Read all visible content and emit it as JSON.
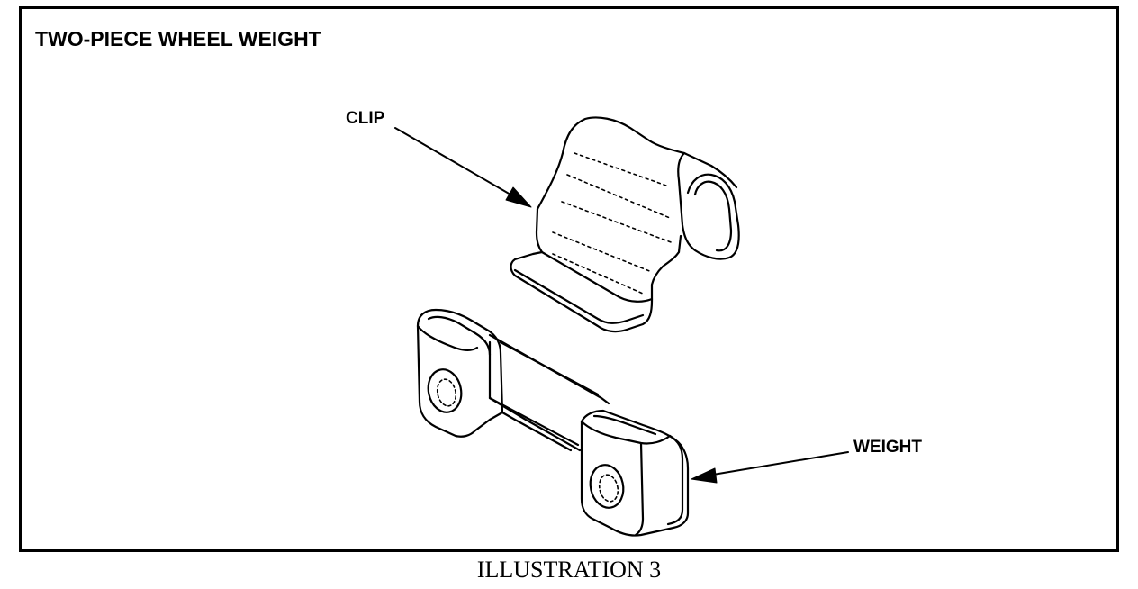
{
  "figure": {
    "title": "TWO-PIECE WHEEL WEIGHT",
    "caption": "ILLUSTRATION 3"
  },
  "callouts": {
    "clip": "CLIP",
    "weight": "WEIGHT"
  },
  "colors": {
    "line": "#000000",
    "background": "#ffffff"
  }
}
